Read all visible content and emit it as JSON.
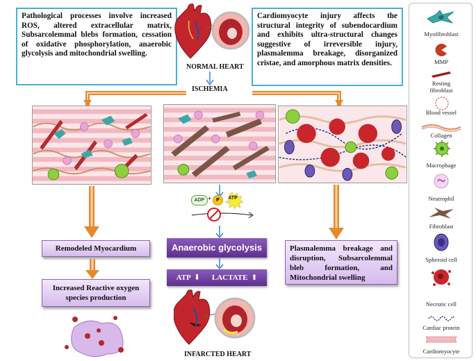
{
  "texts": {
    "left_box": "Pathological processes involve increased ROS, altered extracellular matrix, Subsarcolemmal blebs formation, cessation of oxidative phosphorylation, anaerobic glycolysis and mitochondrial swelling.",
    "right_box": "Cardiomyocyte injury affects the structural integrity of subendocardium and exhibits ultra-structural changes suggestive of irreversible injury, plasmalemma breakage, disorganized cristae, and amorphous matrix densities.",
    "normal_heart": "NORMAL HEART",
    "ischemia": "ISCHEMIA",
    "infarcted_heart": "INFARCTED HEART",
    "adp": "ADP",
    "plus": "+",
    "p": "P",
    "atp_burst": "ATP",
    "remodeled": "Remodeled Myocardium",
    "ros": "Increased Reactive oxygen species production",
    "anaerobic": "Anaerobic glycolysis",
    "atp": "ATP",
    "lactate": "LACTATE",
    "down_arrow": "⬇",
    "up_arrow": "⬆",
    "plasmalemma": "Plasmalemma breakage and disruption, Subsarcolemmal bleb formation, and Mitochondrial swelling"
  },
  "legend": [
    {
      "icon": "myofibroblast-icon",
      "label": "Myofibroblast"
    },
    {
      "icon": "mmp-icon",
      "label": "MMP"
    },
    {
      "icon": "resting-fibroblast-icon",
      "label": "Resting fibroblast"
    },
    {
      "icon": "blood-vessel-icon",
      "label": "Blood vessel"
    },
    {
      "icon": "collagen-icon",
      "label": "Collagen"
    },
    {
      "icon": "macrophage-icon",
      "label": "Macrophage"
    },
    {
      "icon": "neutrophil-icon",
      "label": "Neutrophil"
    },
    {
      "icon": "fibroblast-icon",
      "label": "Fibroblast"
    },
    {
      "icon": "spheroid-cell-icon",
      "label": "Spheroid cell"
    },
    {
      "icon": "necrotic-cell-icon",
      "label": "Necrotic cell"
    },
    {
      "icon": "cardiac-protein-icon",
      "label": "Cardiac protein"
    },
    {
      "icon": "cardiomyocyte-icon",
      "label": "Cardiomyocyte"
    }
  ],
  "colors": {
    "box_border": "#4aaed6",
    "arrow_orange": "#e6892f",
    "arrow_blue": "#3b7fd0",
    "purple_dark": "#6a3a9c",
    "purple_light": "#e3d1f5"
  }
}
